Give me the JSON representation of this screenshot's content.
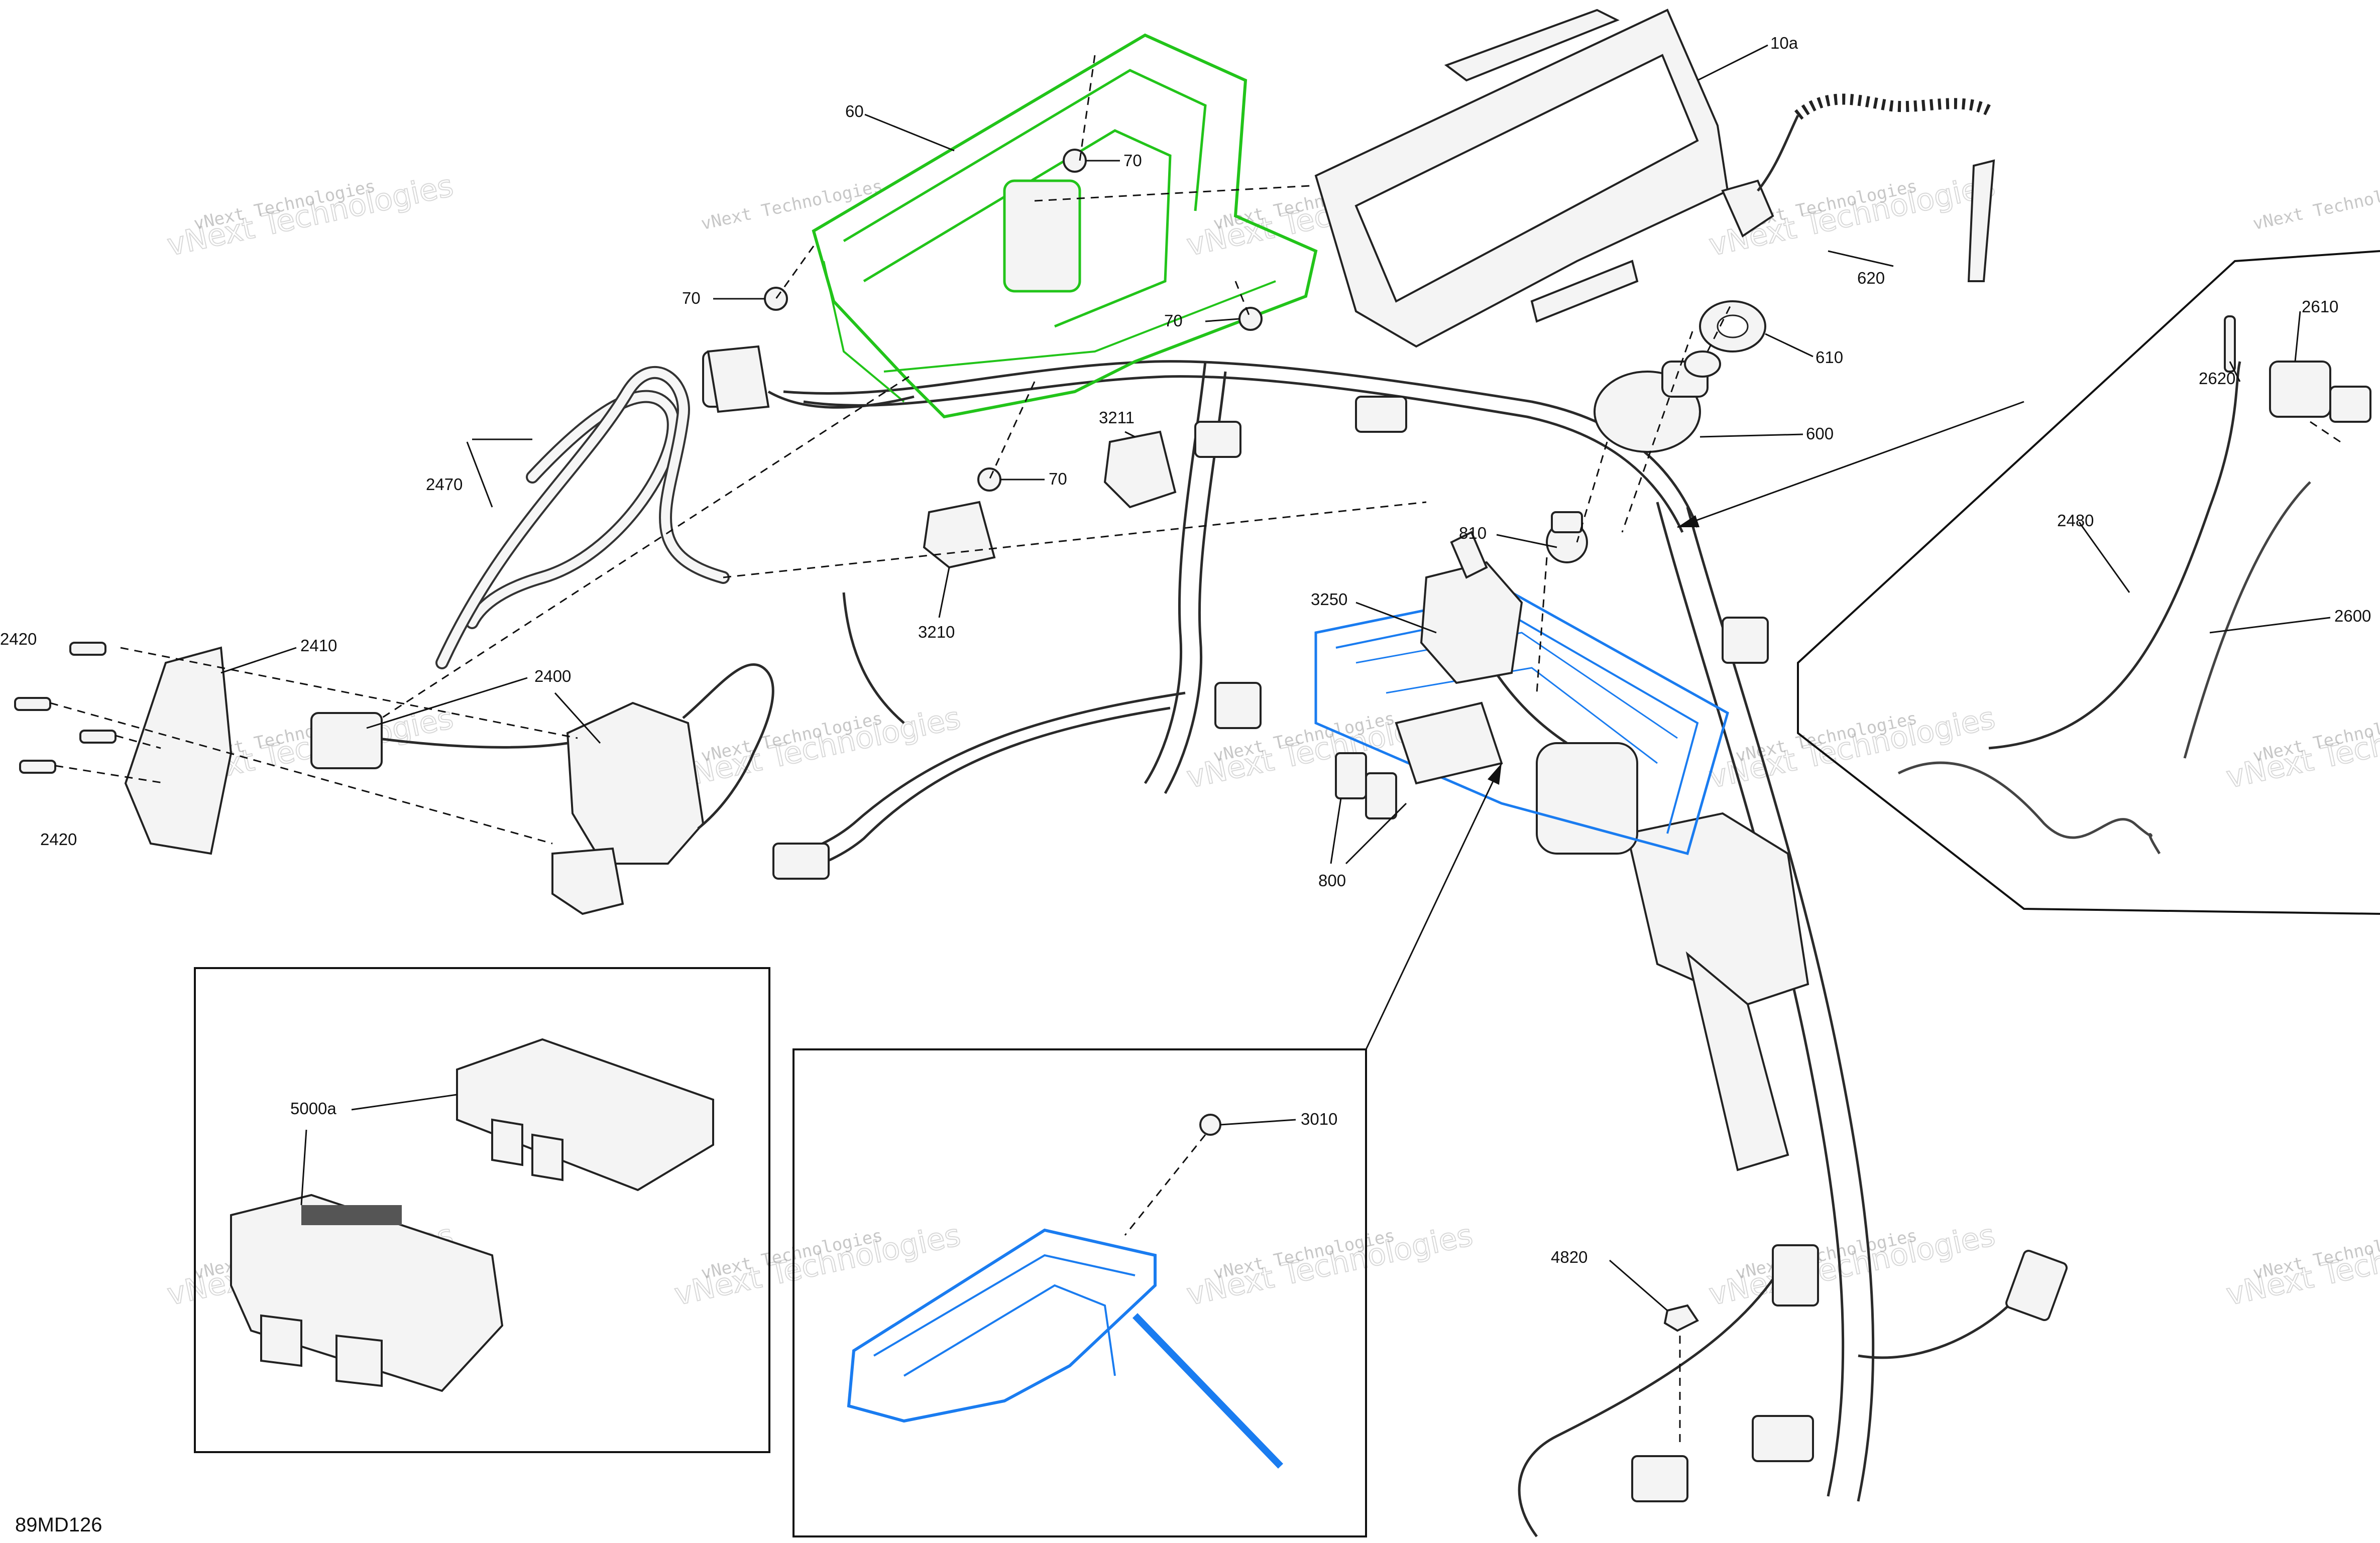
{
  "reference_code": "89MD126",
  "watermark": {
    "line1": "vNext Technologies",
    "line2": "vNext Technologies"
  },
  "colors": {
    "highlight_green": "#22c41a",
    "highlight_blue": "#1a7cf0",
    "line": "#111111"
  },
  "callouts": {
    "c10a": "10a",
    "c60": "60",
    "c70_a": "70",
    "c70_b": "70",
    "c70_c": "70",
    "c70_d": "70",
    "c620": "620",
    "c610": "610",
    "c600": "600",
    "c3211": "3211",
    "c3210": "3210",
    "c2470": "2470",
    "c2410": "2410",
    "c2420_a": "2420",
    "c2420_b": "2420",
    "c2400": "2400",
    "c810": "810",
    "c3250": "3250",
    "c800": "800",
    "c2610": "2610",
    "c2620": "2620",
    "c2480": "2480",
    "c2600": "2600",
    "c5000a": "5000a",
    "c3010": "3010",
    "c4820": "4820"
  }
}
